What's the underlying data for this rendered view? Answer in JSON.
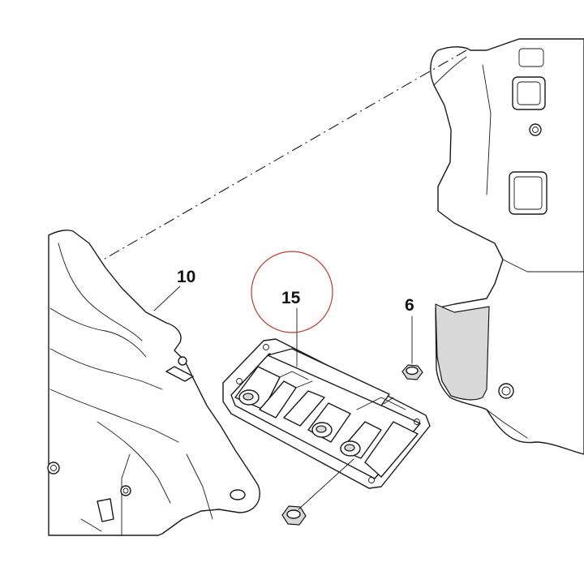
{
  "callouts": {
    "part_10": "10",
    "part_15": "15",
    "part_6": "6"
  },
  "highlight": {
    "circle_color": "#c0392b",
    "highlighted_part": "15"
  }
}
